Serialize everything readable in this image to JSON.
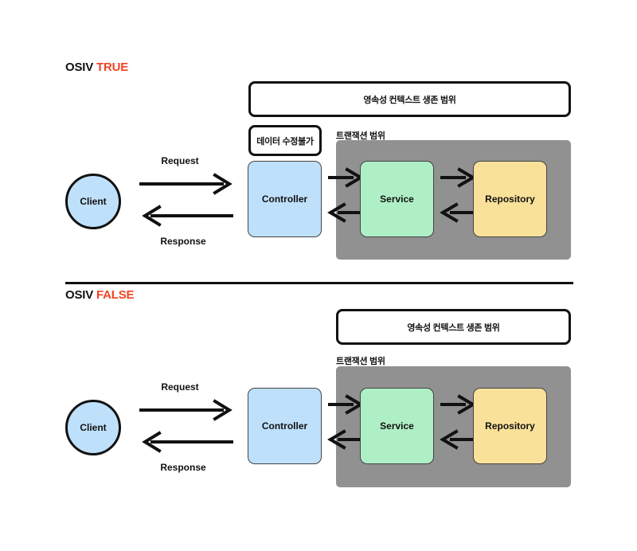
{
  "page": {
    "background": "#ffffff",
    "accent_color": "#F04323",
    "transaction_region_color": "#919191",
    "controller_color": "#BFE0FB",
    "service_color": "#AFEFC6",
    "repository_color": "#FAE19A",
    "line_color": "#111111"
  },
  "sections": [
    {
      "id": "osiv-true",
      "heading_main": "OSIV",
      "heading_accent": "TRUE",
      "persistence_scope_label": "영속성 컨텍스트 생존 범위",
      "data_immutable_label": "데이터 수정불가",
      "transaction_scope_label": "트랜잭션 범위",
      "client_label": "Client",
      "request_label": "Request",
      "response_label": "Response",
      "components": [
        {
          "name": "controller",
          "label": "Controller",
          "color": "#BFE0FB"
        },
        {
          "name": "service",
          "label": "Service",
          "color": "#AFEFC6"
        },
        {
          "name": "repository",
          "label": "Repository",
          "color": "#FAE19A"
        }
      ]
    },
    {
      "id": "osiv-false",
      "heading_main": "OSIV",
      "heading_accent": "FALSE",
      "persistence_scope_label": "영속성 컨텍스트 생존 범위",
      "transaction_scope_label": "트랜잭션 범위",
      "client_label": "Client",
      "request_label": "Request",
      "response_label": "Response",
      "components": [
        {
          "name": "controller",
          "label": "Controller",
          "color": "#BFE0FB"
        },
        {
          "name": "service",
          "label": "Service",
          "color": "#AFEFC6"
        },
        {
          "name": "repository",
          "label": "Repository",
          "color": "#FAE19A"
        }
      ]
    }
  ]
}
